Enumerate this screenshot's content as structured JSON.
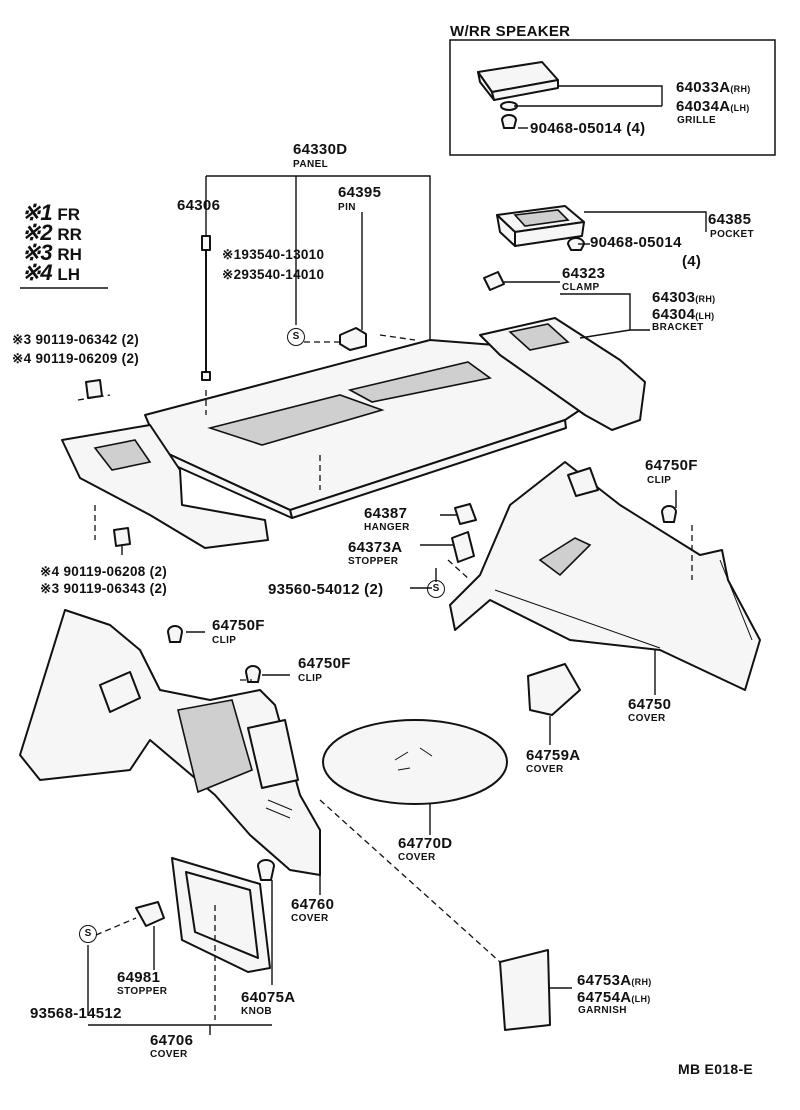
{
  "speaker_box": {
    "title": "W/RR SPEAKER"
  },
  "legend": [
    {
      "mark": "※1",
      "code": "FR"
    },
    {
      "mark": "※2",
      "code": "RR"
    },
    {
      "mark": "※3",
      "code": "RH"
    },
    {
      "mark": "※4",
      "code": "LH"
    }
  ],
  "labels": {
    "p64033a": "64033A",
    "p64033a_suffix": "(RH)",
    "p64034a": "64034A",
    "p64034a_suffix": "(LH)",
    "grille": "GRILLE",
    "p90468_top": "90468-05014",
    "p90468_top_qty": "(4)",
    "p64330d": "64330D",
    "panel": "PANEL",
    "p64306": "64306",
    "p64395": "64395",
    "pin": "PIN",
    "p193540": "※193540-13010",
    "p293540": "※293540-14010",
    "p64385": "64385",
    "pocket": "POCKET",
    "p90468_mid": "90468-05014",
    "p90468_mid_qty": "(4)",
    "p64323": "64323",
    "clamp": "CLAMP",
    "p64303": "64303",
    "p64303_suffix": "(RH)",
    "p64304": "64304",
    "p64304_suffix": "(LH)",
    "bracket": "BRACKET",
    "p90119_06342": "※3 90119-06342 (2)",
    "p90119_06209": "※4 90119-06209 (2)",
    "p64750f_right": "64750F",
    "clip_right": "CLIP",
    "p64387": "64387",
    "hanger": "HANGER",
    "p64373a": "64373A",
    "stopper_mid": "STOPPER",
    "p93560": "93560-54012 (2)",
    "p90119_06208": "※4 90119-06208 (2)",
    "p90119_06343": "※3 90119-06343 (2)",
    "p64750f_left1": "64750F",
    "clip_left1": "CLIP",
    "p64750f_left2": "64750F",
    "clip_left2": "CLIP",
    "p64750": "64750",
    "cover_64750": "COVER",
    "p64759a": "64759A",
    "cover_64759a": "COVER",
    "p64770d": "64770D",
    "cover_64770d": "COVER",
    "p64760": "64760",
    "cover_64760": "COVER",
    "p64753a": "64753A",
    "p64753a_suffix": "(RH)",
    "p64754a": "64754A",
    "p64754a_suffix": "(LH)",
    "garnish": "GARNISH",
    "p64981": "64981",
    "stopper_low": "STOPPER",
    "p93568": "93568-14512",
    "p64075a": "64075A",
    "knob": "KNOB",
    "p64706": "64706",
    "cover_64706": "COVER",
    "s_mark": "S",
    "diagram_code": "MB E018-E"
  }
}
